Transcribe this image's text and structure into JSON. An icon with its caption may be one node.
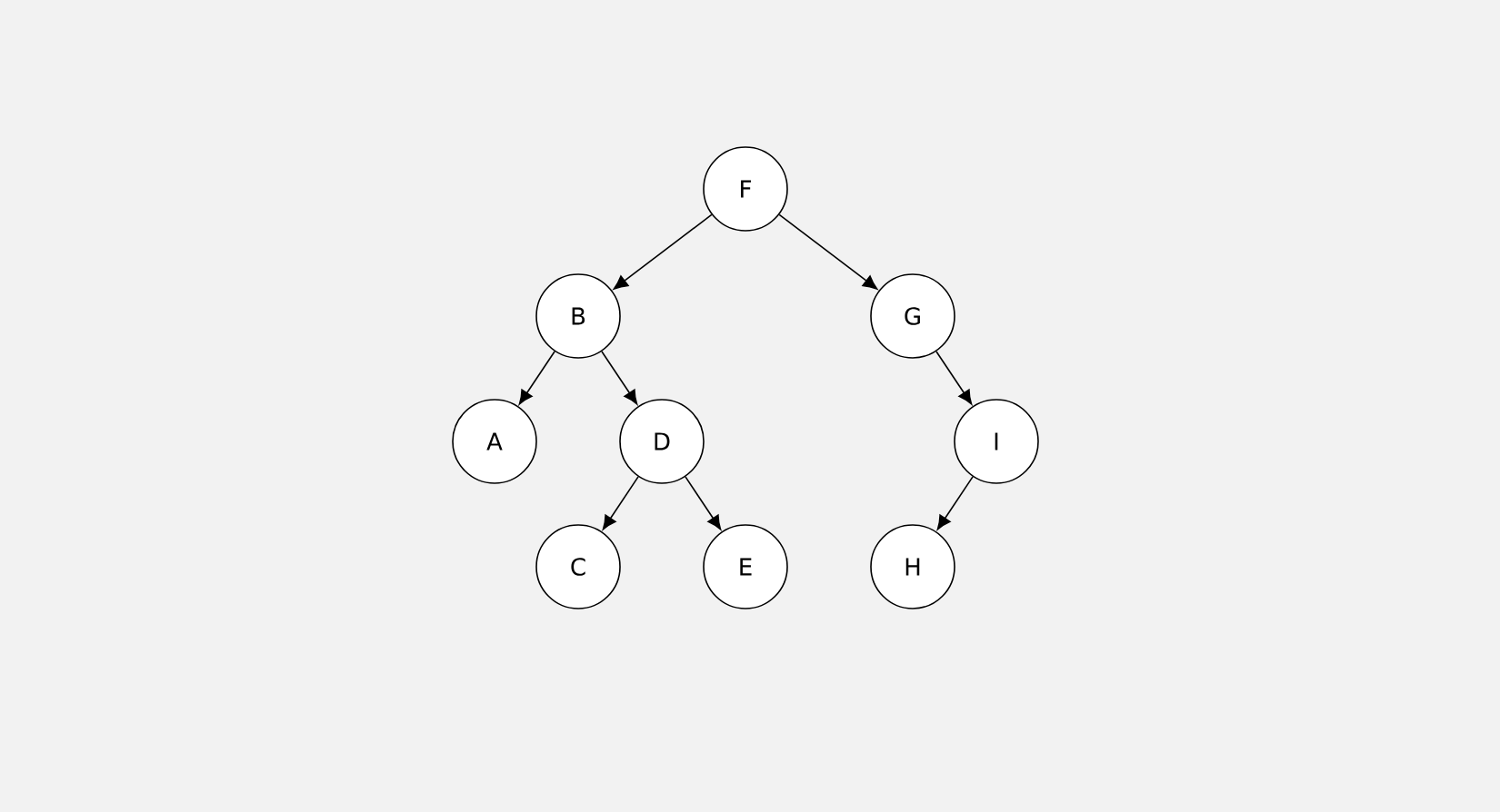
{
  "diagram": {
    "nodes": [
      {
        "text": [
          "F"
        ]
      },
      {
        "text": [
          "B"
        ]
      },
      {
        "text": [
          "G"
        ]
      },
      {
        "text": [
          "A"
        ]
      },
      {
        "text": [
          "D"
        ]
      },
      {
        "text": [
          "I"
        ]
      },
      {
        "text": [
          "C"
        ]
      },
      {
        "text": [
          "E"
        ]
      },
      {
        "text": [
          "H"
        ]
      }
    ],
    "edges": [
      {
        "from": 0,
        "to": 1,
        "arrow": "to"
      },
      {
        "from": 0,
        "to": 2,
        "arrow": "to"
      },
      {
        "from": 1,
        "to": 3,
        "arrow": "to"
      },
      {
        "from": 1,
        "to": 4,
        "arrow": "to"
      },
      {
        "from": 4,
        "to": 6,
        "arrow": "to"
      },
      {
        "from": 4,
        "to": 7,
        "arrow": "to"
      },
      {
        "from": 2,
        "to": 5,
        "arrow": "to"
      },
      {
        "from": 5,
        "to": 8,
        "arrow": "to"
      }
    ]
  }
}
